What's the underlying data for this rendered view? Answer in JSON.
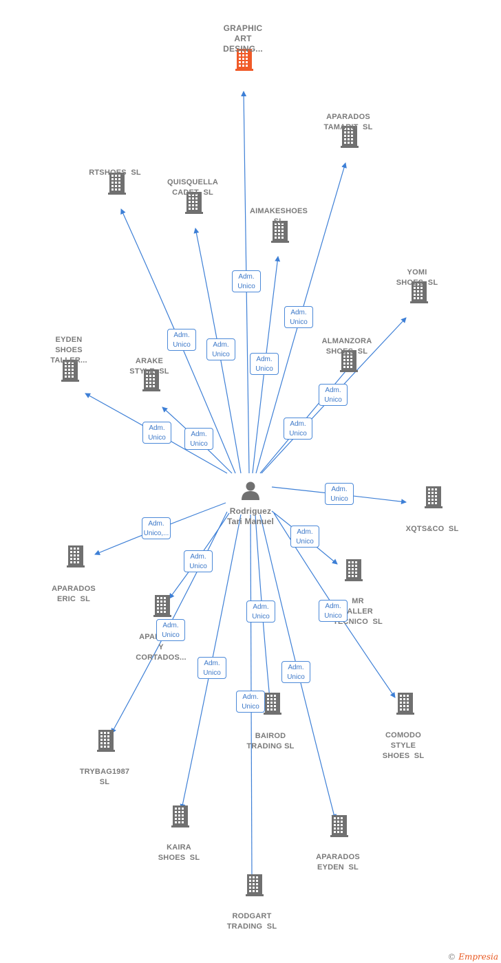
{
  "center": {
    "label": "Rodriguez\nTari Manuel",
    "icon": "person-icon"
  },
  "colors": {
    "edge": "#3d7fd6",
    "building": "#707070",
    "building_highlight": "#f05a28",
    "badge_border": "#4a88d8"
  },
  "nodes": [
    {
      "id": "graphic-art-desing",
      "label": "GRAPHIC\nART\nDESING...",
      "highlight": true,
      "badge": "Adm.\nUnico"
    },
    {
      "id": "aparados-tamarit-sl",
      "label": "APARADOS\nTAMARIT  SL",
      "badge": "Adm.\nUnico"
    },
    {
      "id": "rtshoes-sl",
      "label": "RTSHOES  SL",
      "badge": "Adm.\nUnico"
    },
    {
      "id": "quisquella-cadet-sl",
      "label": "QUISQUELLA\nCADET  SL",
      "badge": "Adm.\nUnico"
    },
    {
      "id": "aimakeshoes-sl",
      "label": "AIMAKESHOES\nSL",
      "badge": "Adm.\nUnico"
    },
    {
      "id": "yomi-shoes-sl",
      "label": "YOMI\nSHOES  SL",
      "badge": "Adm.\nUnico"
    },
    {
      "id": "almanzora-shoes-sl",
      "label": "ALMANZORA\nSHOES  SL",
      "badge": "Adm.\nUnico"
    },
    {
      "id": "eyden-shoes-taller",
      "label": "EYDEN\nSHOES\nTALLER...",
      "badge": "Adm.\nUnico"
    },
    {
      "id": "arake-style-sl",
      "label": "ARAKE\nSTYLE  SL",
      "badge": "Adm.\nUnico"
    },
    {
      "id": "xqts-co-sl",
      "label": "XQTS&CO  SL",
      "badge": "Adm.\nUnico"
    },
    {
      "id": "aparados-eric-sl",
      "label": "APARADOS\nERIC  SL",
      "badge": "Adm.\nUnico,..."
    },
    {
      "id": "mr-taller-tecnico-sl",
      "label": "MR\nTALLER\nTECNICO  SL",
      "badge": "Adm.\nUnico"
    },
    {
      "id": "aparados-cortados",
      "label": "APARADOS\nY\nCORTADOS...",
      "badge": "Adm.\nUnico"
    },
    {
      "id": "comodo-style-shoes-sl",
      "label": "COMODO\nSTYLE\nSHOES  SL",
      "badge": "Adm.\nUnico"
    },
    {
      "id": "trybag1987-sl",
      "label": "TRYBAG1987\nSL",
      "badge": "Adm.\nUnico"
    },
    {
      "id": "bairod-trading-sl",
      "label": "BAIROD\nTRADING SL",
      "badge": "Adm.\nUnico"
    },
    {
      "id": "kaira-shoes-sl",
      "label": "KAIRA\nSHOES  SL",
      "badge": "Adm.\nUnico"
    },
    {
      "id": "aparados-eyden-sl",
      "label": "APARADOS\nEYDEN  SL",
      "badge": "Adm.\nUnico"
    },
    {
      "id": "rodgart-trading-sl",
      "label": "RODGART\nTRADING  SL",
      "badge": "Adm.\nUnico"
    }
  ],
  "footer": {
    "copyright": "©",
    "brand": "Empresia"
  }
}
